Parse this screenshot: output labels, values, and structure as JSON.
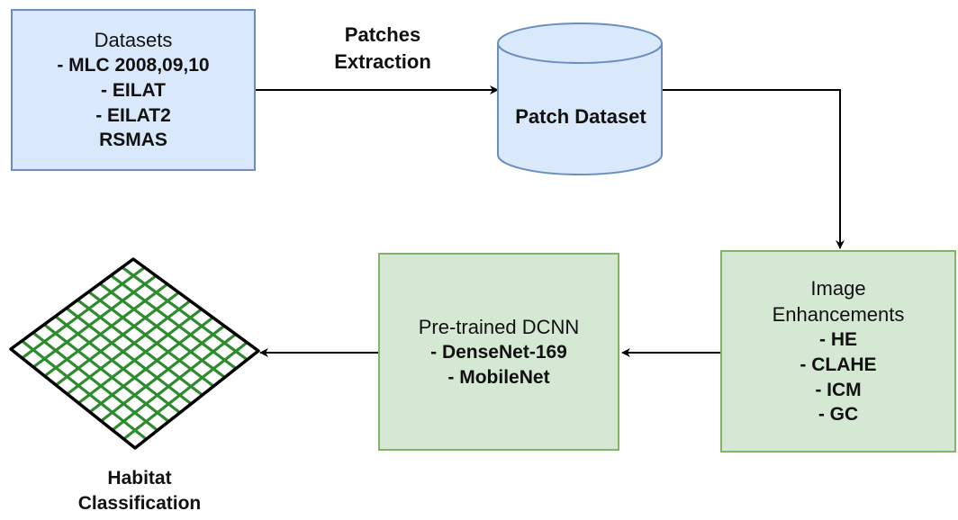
{
  "datasets": {
    "title": "Datasets",
    "items": [
      "- MLC 2008,09,10",
      "- EILAT",
      "- EILAT2",
      "RSMAS"
    ]
  },
  "extraction": {
    "line1": "Patches",
    "line2": "Extraction"
  },
  "patch_dataset": {
    "label": "Patch Dataset"
  },
  "enhancements": {
    "title_line1": "Image",
    "title_line2": "Enhancements",
    "items": [
      "- HE",
      "- CLAHE",
      "- ICM",
      "- GC"
    ]
  },
  "dcnn": {
    "title": "Pre-trained DCNN",
    "items": [
      "- DenseNet-169",
      "- MobileNet"
    ]
  },
  "habitat": {
    "line1": "Habitat",
    "line2": "Classification"
  },
  "colors": {
    "blue_fill": "#dae8fc",
    "blue_stroke": "#6c8ebf",
    "green_fill": "#d5e8d4",
    "green_stroke": "#82b366",
    "mesh_green": "#2e8b2e"
  },
  "icons": {
    "patch_dataset": "cylinder-database-icon",
    "habitat": "mesh-grid-diamond-icon"
  }
}
